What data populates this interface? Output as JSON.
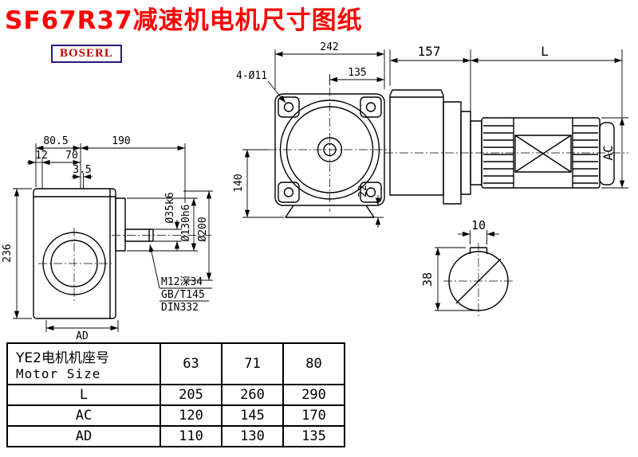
{
  "title": "SF67R37减速机电机尺寸图纸",
  "brand": "BOSERL",
  "colors": {
    "title_red": "#ff0000",
    "brand_red": "#c00000",
    "brand_border": "#2a1a7e",
    "line_black": "#000000",
    "background": "#ffffff"
  },
  "drawing": {
    "flange_view": {
      "dim_width": "242",
      "dim_half": "135",
      "bolt_note": "4-Ø11",
      "dim_height": "140",
      "dim_foot": "22"
    },
    "side_view": {
      "dim_front": "157",
      "dim_length": "L",
      "dim_diameter": "AC"
    },
    "output_view": {
      "dim_a": "80.5",
      "dim_b": "190",
      "dim_c": "12",
      "dim_d": "70",
      "dim_e": "3.5",
      "dim_height": "236",
      "dim_foot": "AD",
      "dia_shaft": "Ø35k6",
      "dia_spigot": "Ø130h6",
      "dia_flange": "Ø200",
      "note_tap": "M12深34",
      "note_std1": "GB/T145",
      "note_std2": "DIN332"
    },
    "shaft_section": {
      "dim_key_width": "10",
      "dim_height": "38"
    }
  },
  "table": {
    "header_cn": "YE2电机机座号",
    "header_en": "Motor Size",
    "frame_sizes": [
      "63",
      "71",
      "80"
    ],
    "rows": [
      {
        "label": "L",
        "values": [
          "205",
          "260",
          "290"
        ]
      },
      {
        "label": "AC",
        "values": [
          "120",
          "145",
          "170"
        ]
      },
      {
        "label": "AD",
        "values": [
          "110",
          "130",
          "135"
        ]
      }
    ]
  }
}
